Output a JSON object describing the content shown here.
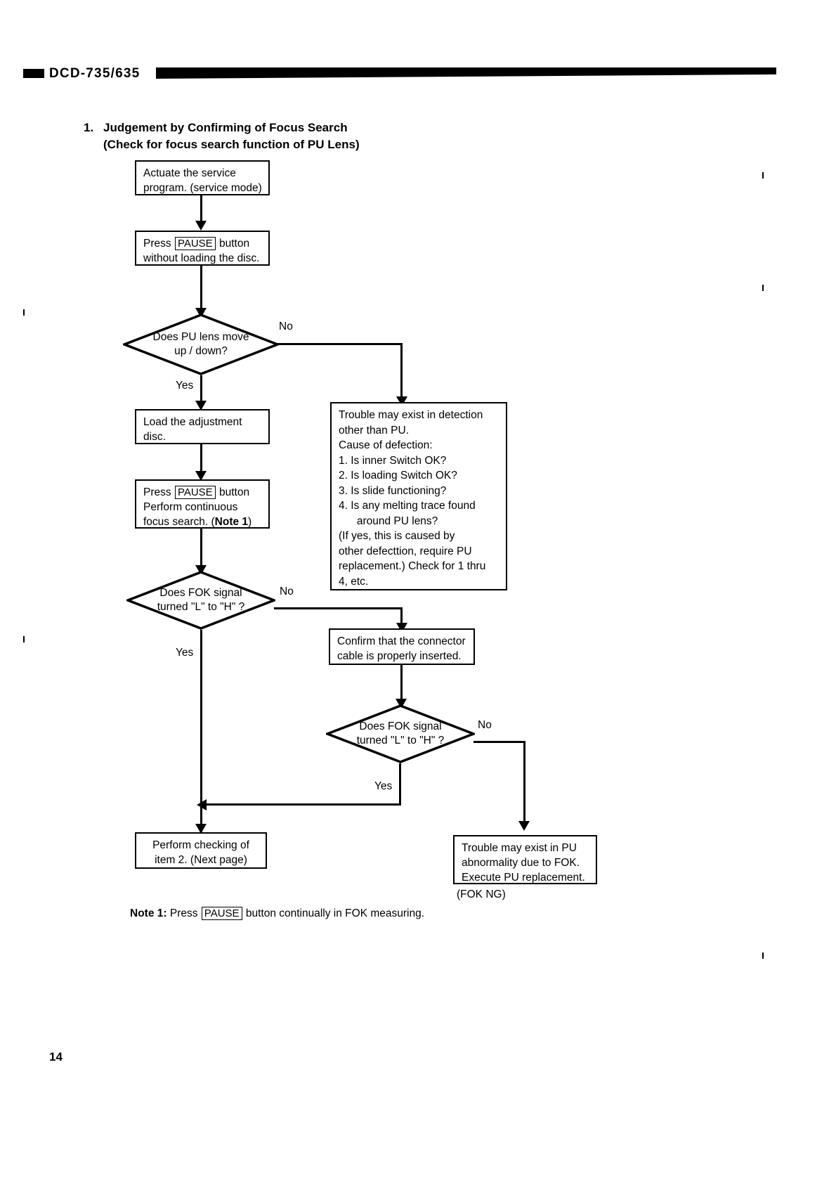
{
  "header": {
    "model": "DCD-735/635"
  },
  "title": {
    "number": "1.",
    "line1": "Judgement by Confirming of Focus Search",
    "line2": "(Check for focus search function of PU Lens)"
  },
  "flowchart": {
    "nodes": {
      "start": {
        "line1": "Actuate the service",
        "line2": "program. (service mode)"
      },
      "press_pause_no_disc": {
        "pre": "Press",
        "key": "PAUSE",
        "post": "button",
        "line2": "without loading the disc."
      },
      "decision_pu_lens": {
        "line1": "Does PU lens move",
        "line2": "up / down?"
      },
      "load_disc": {
        "line1": "Load the adjustment",
        "line2": "disc."
      },
      "press_pause_focus": {
        "pre": "Press",
        "key": "PAUSE",
        "post": "button",
        "line2": "Perform continuous",
        "line3_pre": "focus search. (",
        "line3_bold": "Note 1",
        "line3_post": ")"
      },
      "decision_fok_1": {
        "line1": "Does FOK signal",
        "line2": "turned \"L\" to \"H\" ?"
      },
      "decision_fok_2": {
        "line1": "Does FOK signal",
        "line2": "turned \"L\" to \"H\" ?"
      },
      "trouble_non_pu": {
        "lines": [
          "Trouble may exist in detection",
          "other than PU.",
          "Cause of defection:",
          "1. Is inner Switch OK?",
          "2. Is loading Switch OK?",
          "3. Is slide functioning?",
          "4. Is any melting trace found",
          "      around PU lens?",
          "(If yes, this is caused by",
          "other defecttion, require PU",
          "replacement.) Check for 1 thru",
          "4, etc."
        ]
      },
      "confirm_connector": {
        "line1": "Confirm that the connector",
        "line2": "cable is properly inserted."
      },
      "perform_check_item2": {
        "line1": "Perform checking of",
        "line2": "item 2. (Next page)"
      },
      "trouble_pu": {
        "line1": "Trouble may exist in PU",
        "line2": "abnormality due to FOK.",
        "line3": "Execute PU replacement."
      },
      "fok_ng_label": "(FOK NG)"
    },
    "edge_labels": {
      "no_1": "No",
      "yes_1": "Yes",
      "no_2": "No",
      "yes_2": "Yes",
      "no_3": "No",
      "yes_3": "Yes"
    }
  },
  "footer": {
    "note_label": "Note 1:",
    "note_pre": "Press",
    "note_key": "PAUSE",
    "note_post": "button continually in FOK measuring.",
    "page_number": "14"
  }
}
